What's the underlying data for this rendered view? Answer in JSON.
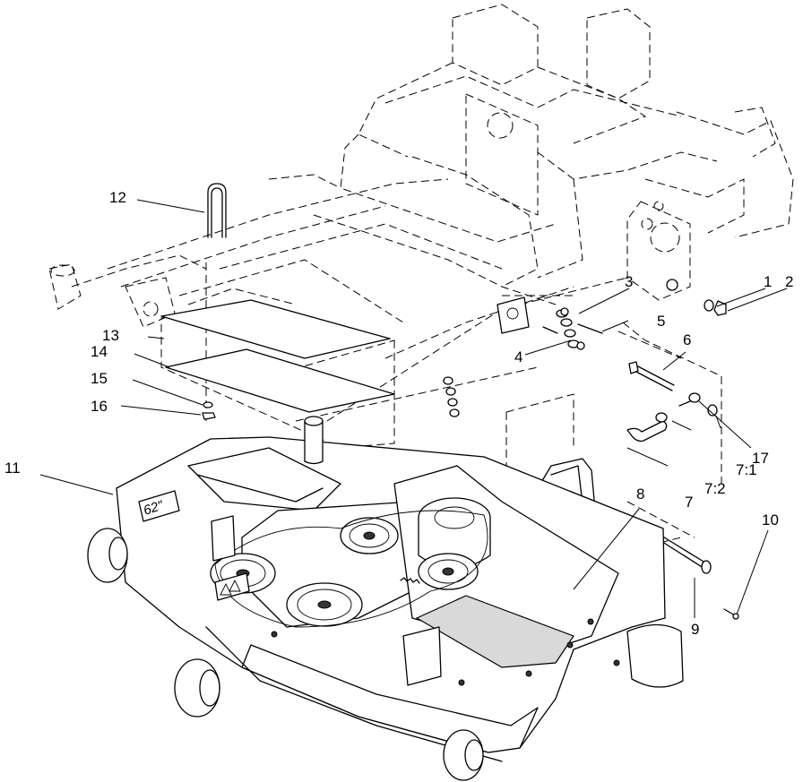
{
  "callouts": [
    {
      "id": "c1",
      "label": "1"
    },
    {
      "id": "c2",
      "label": "2"
    },
    {
      "id": "c3",
      "label": "3"
    },
    {
      "id": "c4",
      "label": "4"
    },
    {
      "id": "c5",
      "label": "5"
    },
    {
      "id": "c6",
      "label": "6"
    },
    {
      "id": "c7",
      "label": "7"
    },
    {
      "id": "c7-1",
      "label": "7:1"
    },
    {
      "id": "c7-2",
      "label": "7:2"
    },
    {
      "id": "c8",
      "label": "8"
    },
    {
      "id": "c9",
      "label": "9"
    },
    {
      "id": "c10",
      "label": "10"
    },
    {
      "id": "c11",
      "label": "11"
    },
    {
      "id": "c12",
      "label": "12"
    },
    {
      "id": "c13",
      "label": "13"
    },
    {
      "id": "c14",
      "label": "14"
    },
    {
      "id": "c15",
      "label": "15"
    },
    {
      "id": "c16",
      "label": "16"
    },
    {
      "id": "c17",
      "label": "17"
    }
  ],
  "deck_decal": "62\""
}
